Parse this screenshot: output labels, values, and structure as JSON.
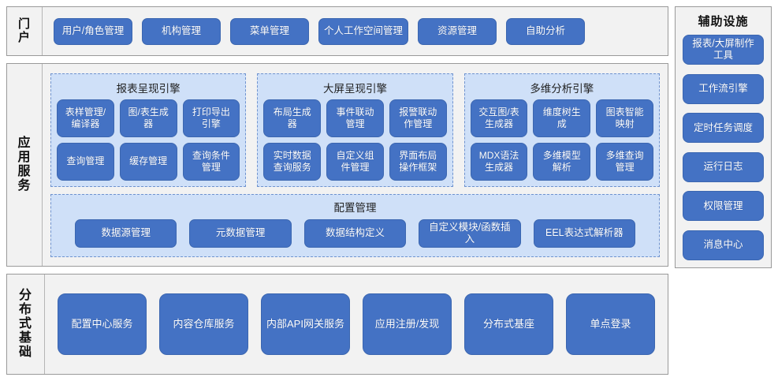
{
  "diagram": {
    "colors": {
      "button_blue": "#4472c4",
      "group_panel_blue": "#cfe0f8",
      "outer_panel_gray": "#f2f2f2",
      "outer_border_gray": "#9a9a9a",
      "dashed_border_blue": "#6f93cf"
    }
  },
  "portal": {
    "label": "门户",
    "items": [
      {
        "label": "用户/角色管理"
      },
      {
        "label": "机构管理"
      },
      {
        "label": "菜单管理"
      },
      {
        "label": "个人工作空间管理"
      },
      {
        "label": "资源管理"
      },
      {
        "label": "自助分析"
      }
    ]
  },
  "app_services": {
    "label": "应用服务",
    "engines": [
      {
        "title": "报表呈现引擎",
        "items": [
          {
            "label": "表样管理/编译器"
          },
          {
            "label": "图/表生成器"
          },
          {
            "label": "打印导出引擎"
          },
          {
            "label": "查询管理"
          },
          {
            "label": "缓存管理"
          },
          {
            "label": "查询条件管理"
          }
        ]
      },
      {
        "title": "大屏呈现引擎",
        "items": [
          {
            "label": "布局生成器"
          },
          {
            "label": "事件联动管理"
          },
          {
            "label": "报警联动作管理"
          },
          {
            "label": "实时数据查询服务"
          },
          {
            "label": "自定义组件管理"
          },
          {
            "label": "界面布局操作框架"
          }
        ]
      },
      {
        "title": "多维分析引擎",
        "items": [
          {
            "label": "交互图/表生成器"
          },
          {
            "label": "维度树生成"
          },
          {
            "label": "图表智能映射"
          },
          {
            "label": "MDX语法生成器"
          },
          {
            "label": "多维模型解析"
          },
          {
            "label": "多维查询管理"
          }
        ]
      }
    ],
    "config": {
      "title": "配置管理",
      "items": [
        {
          "label": "数据源管理"
        },
        {
          "label": "元数据管理"
        },
        {
          "label": "数据结构定义"
        },
        {
          "label": "自定义模块/函数插入"
        },
        {
          "label": "EEL表达式解析器"
        }
      ]
    }
  },
  "distributed_base": {
    "label": "分布式基础",
    "items": [
      {
        "label": "配置中心服务"
      },
      {
        "label": "内容仓库服务"
      },
      {
        "label": "内部API网关服务"
      },
      {
        "label": "应用注册/发现"
      },
      {
        "label": "分布式基座"
      },
      {
        "label": "单点登录"
      }
    ]
  },
  "auxiliary": {
    "title": "辅助设施",
    "items": [
      {
        "label": "报表/大屏制作工具"
      },
      {
        "label": "工作流引擎"
      },
      {
        "label": "定时任务调度"
      },
      {
        "label": "运行日志"
      },
      {
        "label": "权限管理"
      },
      {
        "label": "消息中心"
      }
    ]
  }
}
